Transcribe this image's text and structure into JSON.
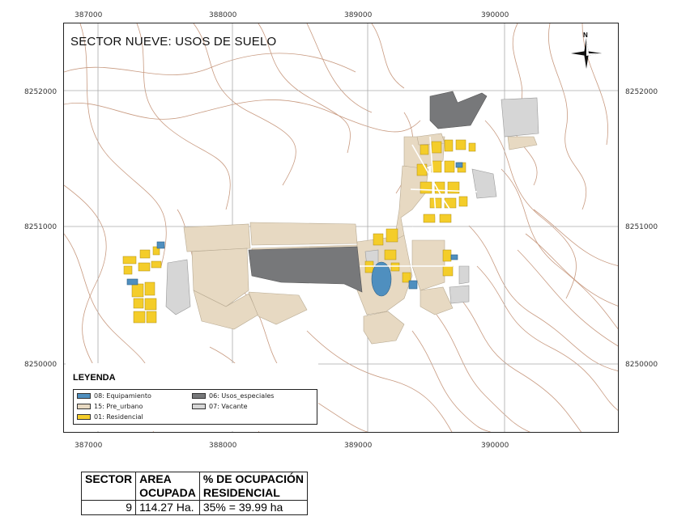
{
  "map": {
    "title": "SECTOR NUEVE: USOS DE SUELO",
    "north_label": "N",
    "x_coords": [
      "387000",
      "388000",
      "389000",
      "390000"
    ],
    "y_coords": [
      "8252000",
      "8251000",
      "8250000"
    ]
  },
  "legend": {
    "title": "LEYENDA",
    "items": [
      {
        "label": "08: Equipamiento",
        "color": "#4f8fbf"
      },
      {
        "label": "15: Pre_urbano",
        "color": "#e7d9c2"
      },
      {
        "label": "01: Residencial",
        "color": "#f4cd2a"
      },
      {
        "label": "06: Usos_especiales",
        "color": "#77787a"
      },
      {
        "label": "07: Vacante",
        "color": "#d6d6d6"
      }
    ]
  },
  "table": {
    "headers": [
      [
        "SECTOR"
      ],
      [
        "AREA",
        "OCUPADA"
      ],
      [
        "% DE OCUPACIÓN",
        "RESIDENCIAL"
      ]
    ],
    "rows": [
      [
        "9",
        "114.27 Ha.",
        "35% = 39.99 ha"
      ]
    ]
  }
}
